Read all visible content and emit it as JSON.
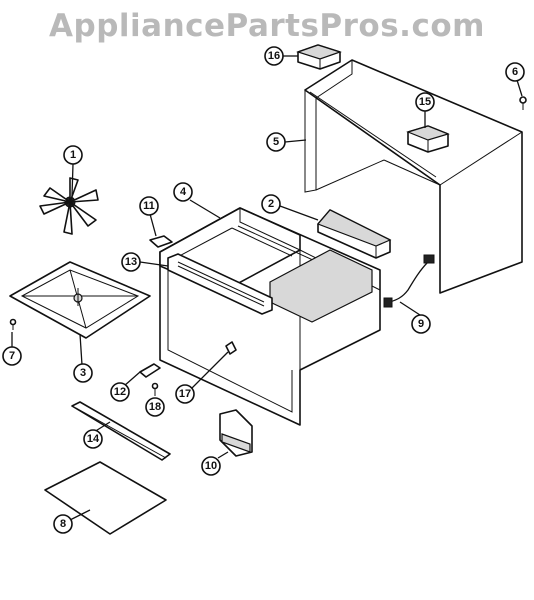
{
  "watermark": "AppliancePartsPros.com",
  "callouts": [
    {
      "id": "c1",
      "label": "1"
    },
    {
      "id": "c2",
      "label": "2"
    },
    {
      "id": "c3",
      "label": "3"
    },
    {
      "id": "c4",
      "label": "4"
    },
    {
      "id": "c5",
      "label": "5"
    },
    {
      "id": "c6",
      "label": "6"
    },
    {
      "id": "c7",
      "label": "7"
    },
    {
      "id": "c8",
      "label": "8"
    },
    {
      "id": "c9",
      "label": "9"
    },
    {
      "id": "c10",
      "label": "10"
    },
    {
      "id": "c11",
      "label": "11"
    },
    {
      "id": "c12",
      "label": "12"
    },
    {
      "id": "c13",
      "label": "13"
    },
    {
      "id": "c14",
      "label": "14"
    },
    {
      "id": "c15",
      "label": "15"
    },
    {
      "id": "c16",
      "label": "16"
    },
    {
      "id": "c17",
      "label": "17"
    },
    {
      "id": "c18",
      "label": "18"
    }
  ]
}
